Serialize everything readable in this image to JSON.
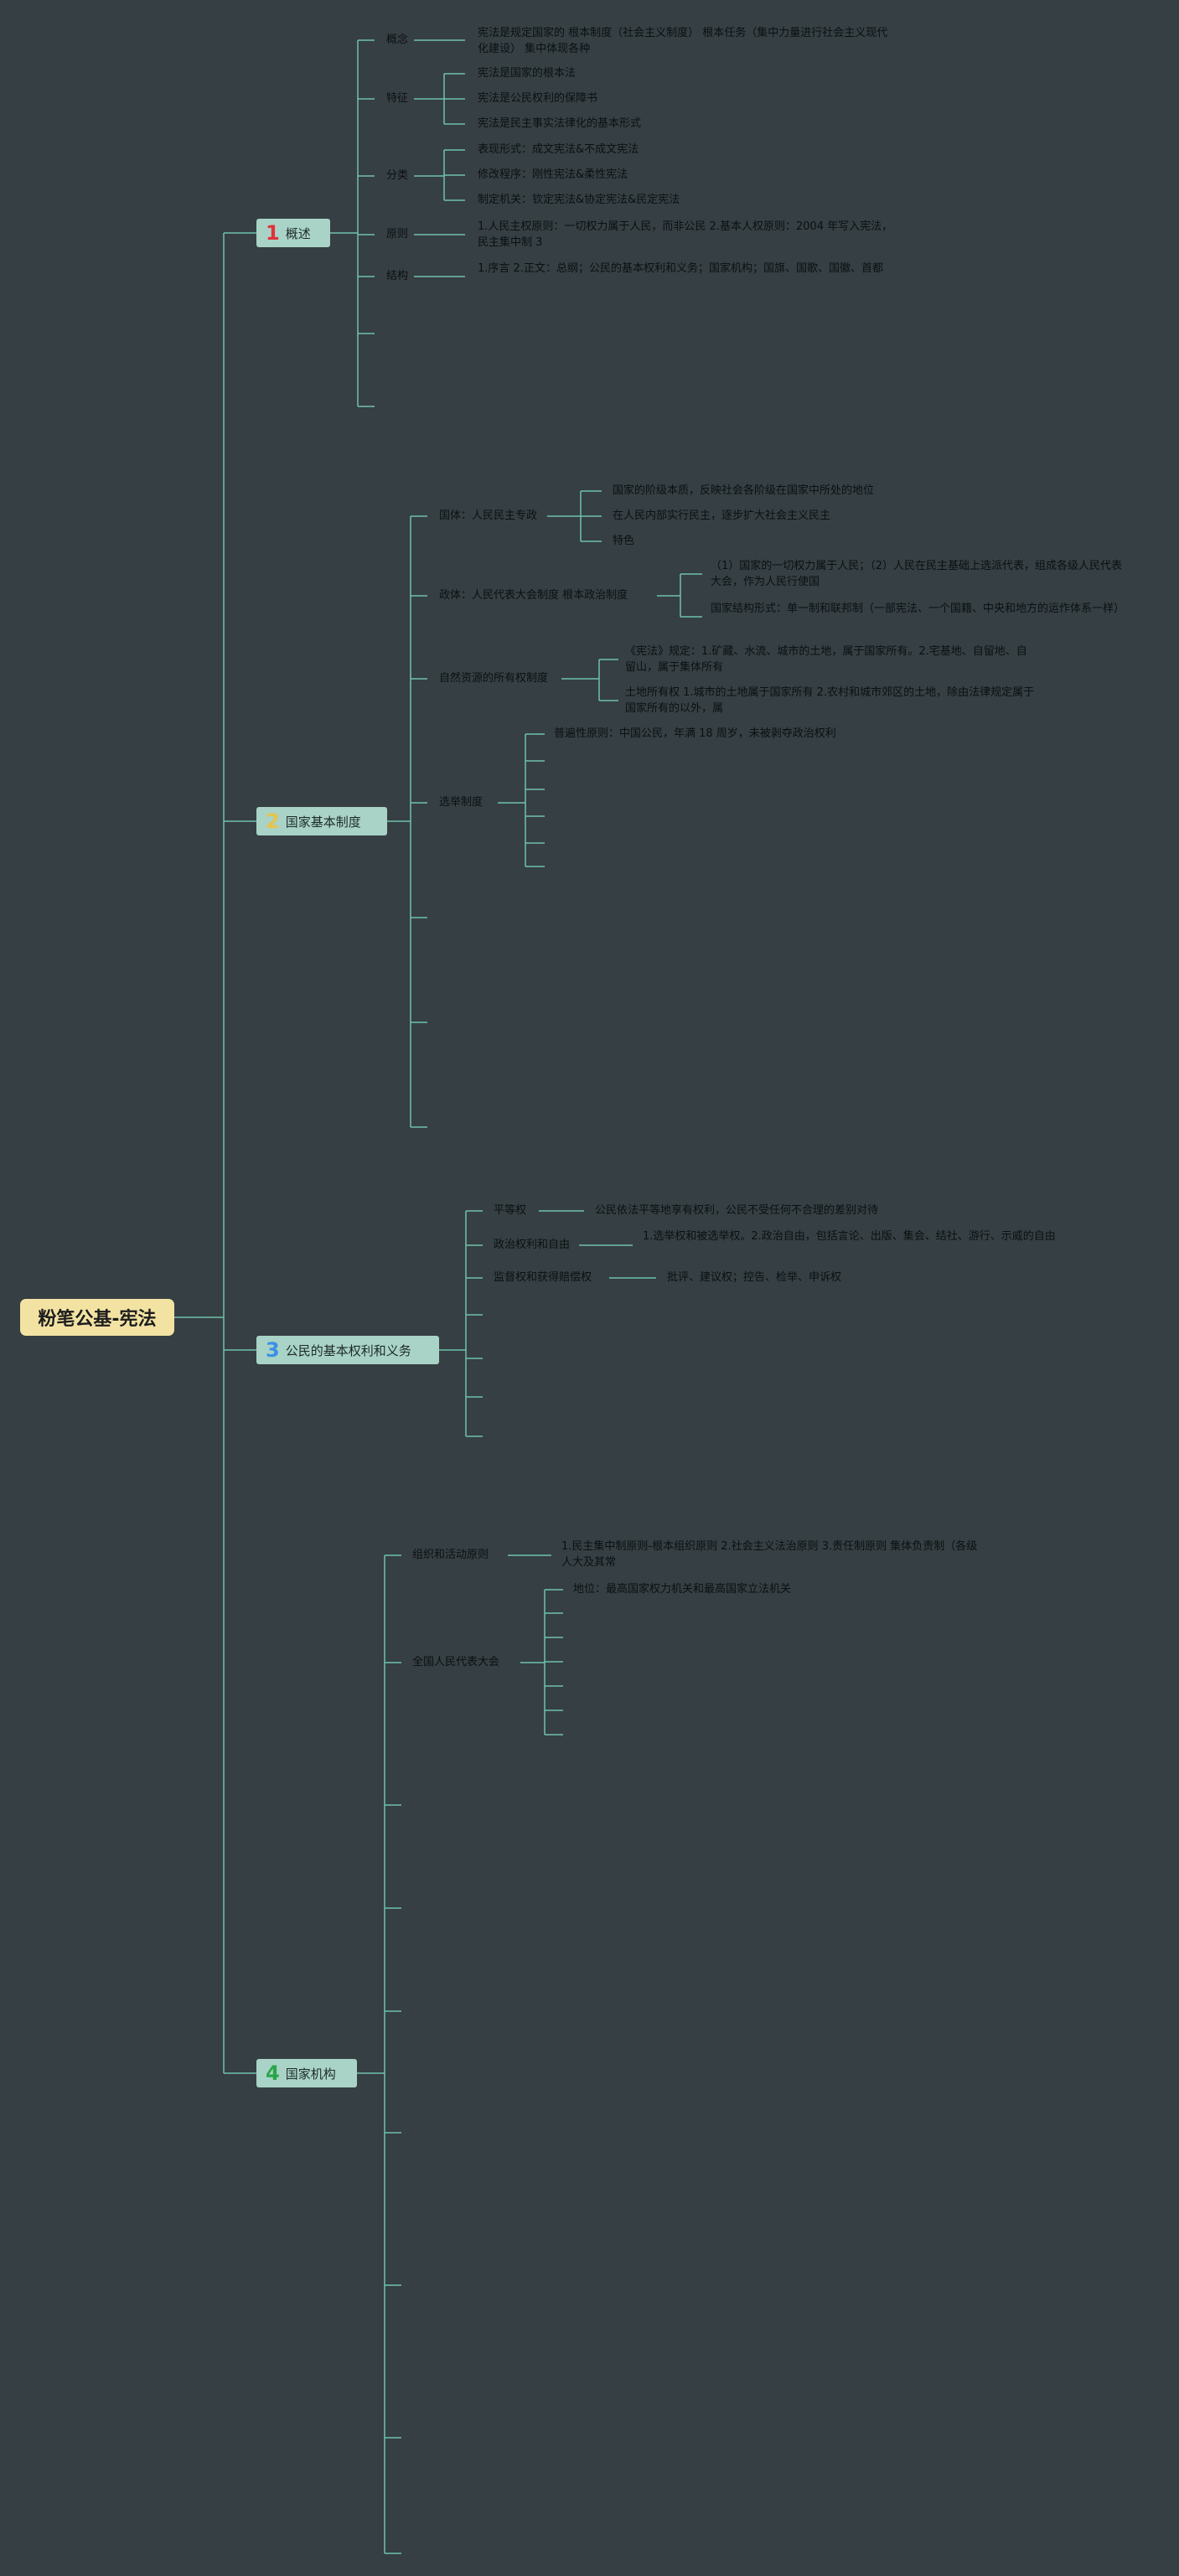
{
  "root": "粉笔公基-宪法",
  "sections": [
    {
      "num": "1",
      "num_color": "#e0313a",
      "label": "概述"
    },
    {
      "num": "2",
      "num_color": "#e6c44a",
      "label": "国家基本制度"
    },
    {
      "num": "3",
      "num_color": "#3a8fe6",
      "label": "公民的基本权利和义务"
    },
    {
      "num": "4",
      "num_color": "#2aa64a",
      "label": "国家机构"
    }
  ],
  "s1": {
    "gainian": "概念",
    "gainian_text": "宪法是规定国家的 根本制度（社会主义制度） 根本任务（集中力量进行社会主义现代化建设） 集中体现各种",
    "tezheng": "特征",
    "tezheng_items": [
      "宪法是国家的根本法",
      "宪法是公民权利的保障书",
      "宪法是民主事实法律化的基本形式"
    ],
    "fenlei": "分类",
    "fenlei_items": [
      "表现形式：成文宪法&不成文宪法",
      "修改程序：刚性宪法&柔性宪法",
      "制定机关：钦定宪法&协定宪法&民定宪法"
    ],
    "yuanze": "原则",
    "yuanze_text": "1.人民主权原则：一切权力属于人民，而非公民 2.基本人权原则：2004 年写入宪法，民主集中制 3",
    "jiegou": "结构",
    "jiegou_text": "1.序言 2.正文：总纲；公民的基本权利和义务；国家机构；国旗、国歌、国徽、首都"
  },
  "s2": {
    "guoti": "国体：人民民主专政",
    "guoti_items": [
      "国家的阶级本质，反映社会各阶级在国家中所处的地位",
      "在人民内部实行民主，逐步扩大社会主义民主",
      "特色"
    ],
    "zhengti": "政体：人民代表大会制度 根本政治制度",
    "zhengti_items": [
      "（1）国家的一切权力属于人民；（2）人民在民主基础上选派代表，组成各级人民代表大会，作为人民行使国",
      "国家结构形式：单一制和联邦制（一部宪法、一个国籍、中央和地方的运作体系一样）"
    ],
    "ziyuan": "自然资源的所有权制度",
    "ziyuan_items": [
      "《宪法》规定：1.矿藏、水流、城市的土地，属于国家所有。2.宅基地、自留地、自留山，属于集体所有",
      "土地所有权 1.城市的土地属于国家所有 2.农村和城市郊区的土地，除由法律规定属于国家所有的以外，属"
    ],
    "xuanju": "选举制度",
    "xuanju_items": [
      "普遍性原则：中国公民，年满 18 周岁，未被剥夺政治权利"
    ]
  },
  "s3": {
    "pingdeng": "平等权",
    "pingdeng_text": "公民依法平等地享有权利，公民不受任何不合理的差别对待",
    "zhengzhi": "政治权利和自由",
    "zhengzhi_text": "1.选举权和被选举权。2.政治自由，包括言论、出版、集会、结社、游行、示威的自由",
    "jiandu": "监督权和获得赔偿权",
    "jiandu_text": "批评、建议权；控告、检举、申诉权"
  },
  "s4": {
    "zuzhi": "组织和活动原则",
    "zuzhi_text": "1.民主集中制原则-根本组织原则 2.社会主义法治原则 3.责任制原则 集体负责制（各级人大及其常",
    "renda": "全国人民代表大会",
    "renda_items": [
      "地位：最高国家权力机关和最高国家立法机关"
    ]
  }
}
